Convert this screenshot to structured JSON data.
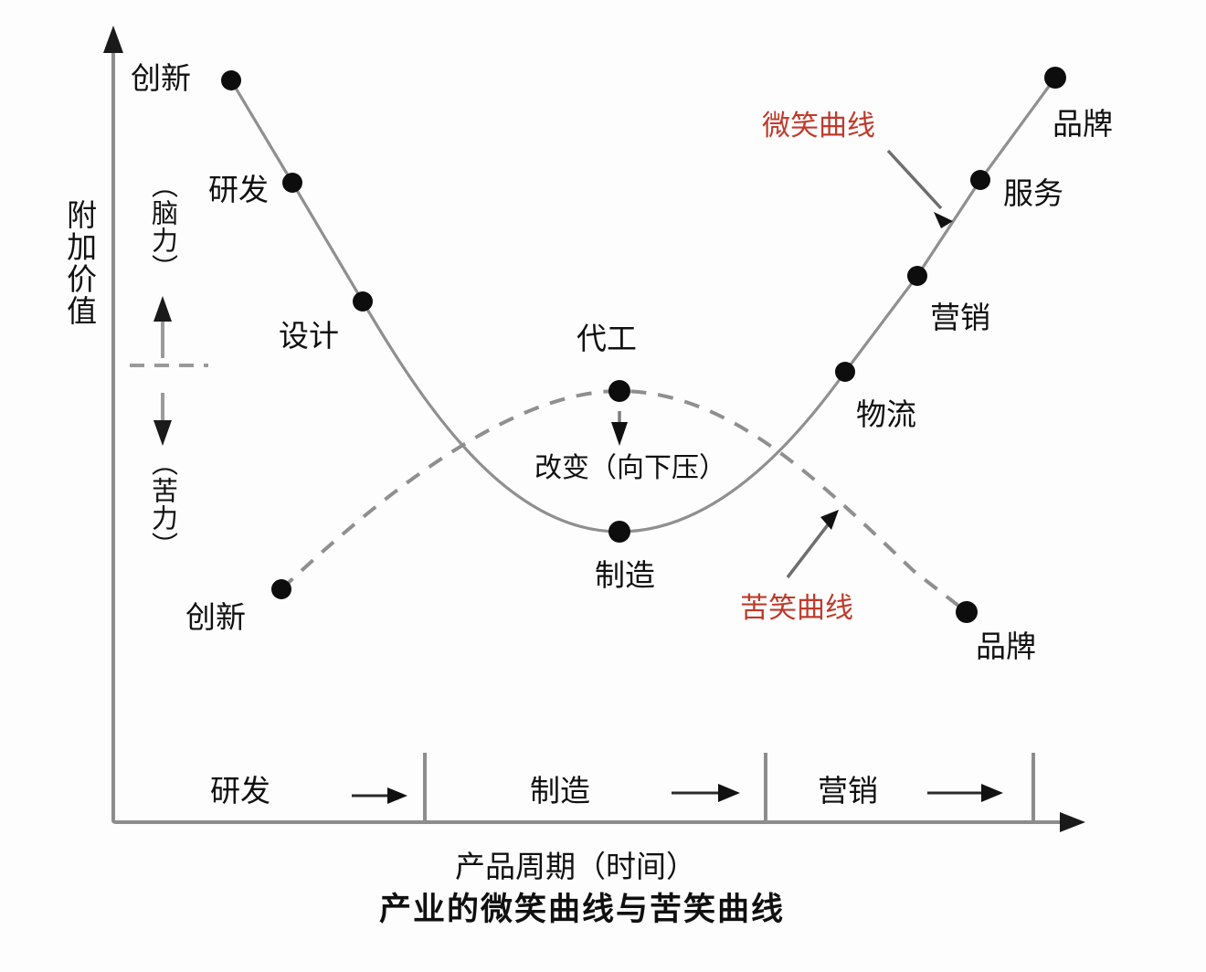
{
  "figure": {
    "caption": "产业的微笑曲线与苦笑曲线",
    "y_axis_label": "附加价值",
    "x_axis_label": "产品周期（时间）",
    "upper_zone_label": "（脑力）",
    "lower_zone_label": "（苦力）",
    "change_note": "改变（向下压）"
  },
  "curves": {
    "smile": {
      "name": "微笑曲线",
      "color": "#bf3a2b",
      "style": "solid",
      "stroke": "#8a8a8a"
    },
    "bitter": {
      "name": "苦笑曲线",
      "color": "#bf3a2b",
      "style": "dashed",
      "stroke": "#8a8a8a"
    }
  },
  "node_labels": {
    "smile_left": [
      "创新",
      "研发",
      "设计",
      "制造"
    ],
    "smile_right": [
      "营销",
      "物流",
      "服务",
      "品牌"
    ],
    "bitter_left": "创新",
    "bitter_peak": "代工",
    "bitter_right": "品牌"
  },
  "stage_bar": {
    "segments": [
      {
        "label": "研发"
      },
      {
        "label": "制造"
      },
      {
        "label": "营销"
      }
    ]
  },
  "chart_data": {
    "type": "line",
    "title": "产业的微笑曲线与苦笑曲线",
    "xlabel": "产品周期（时间）",
    "ylabel": "附加价值",
    "grid": false,
    "legend": [
      "微笑曲线",
      "苦笑曲线"
    ],
    "xlim": [
      0,
      100
    ],
    "ylim": [
      0,
      100
    ],
    "annotations": [
      "微笑曲线",
      "苦笑曲线",
      "改变（向下压）",
      "（脑力）",
      "（苦力）"
    ],
    "series": [
      {
        "name": "微笑曲线",
        "style": "solid",
        "points": [
          {
            "label": "创新",
            "x": 12.2,
            "y": 94.0
          },
          {
            "label": "研发",
            "x": 18.6,
            "y": 81.0
          },
          {
            "label": "设计",
            "x": 25.9,
            "y": 66.0
          },
          {
            "label": "制造",
            "x": 52.5,
            "y": 36.6
          },
          {
            "label": "物流",
            "x": 76.0,
            "y": 56.8
          },
          {
            "label": "营销",
            "x": 83.5,
            "y": 68.7
          },
          {
            "label": "服务",
            "x": 90.1,
            "y": 80.7
          },
          {
            "label": "品牌",
            "x": 98.0,
            "y": 93.7
          }
        ]
      },
      {
        "name": "苦笑曲线",
        "style": "dashed",
        "points": [
          {
            "label": "创新",
            "x": 17.4,
            "y": 29.3
          },
          {
            "label": "代工",
            "x": 52.5,
            "y": 53.8
          },
          {
            "label": "品牌",
            "x": 90.0,
            "y": 27.2
          }
        ]
      }
    ]
  }
}
